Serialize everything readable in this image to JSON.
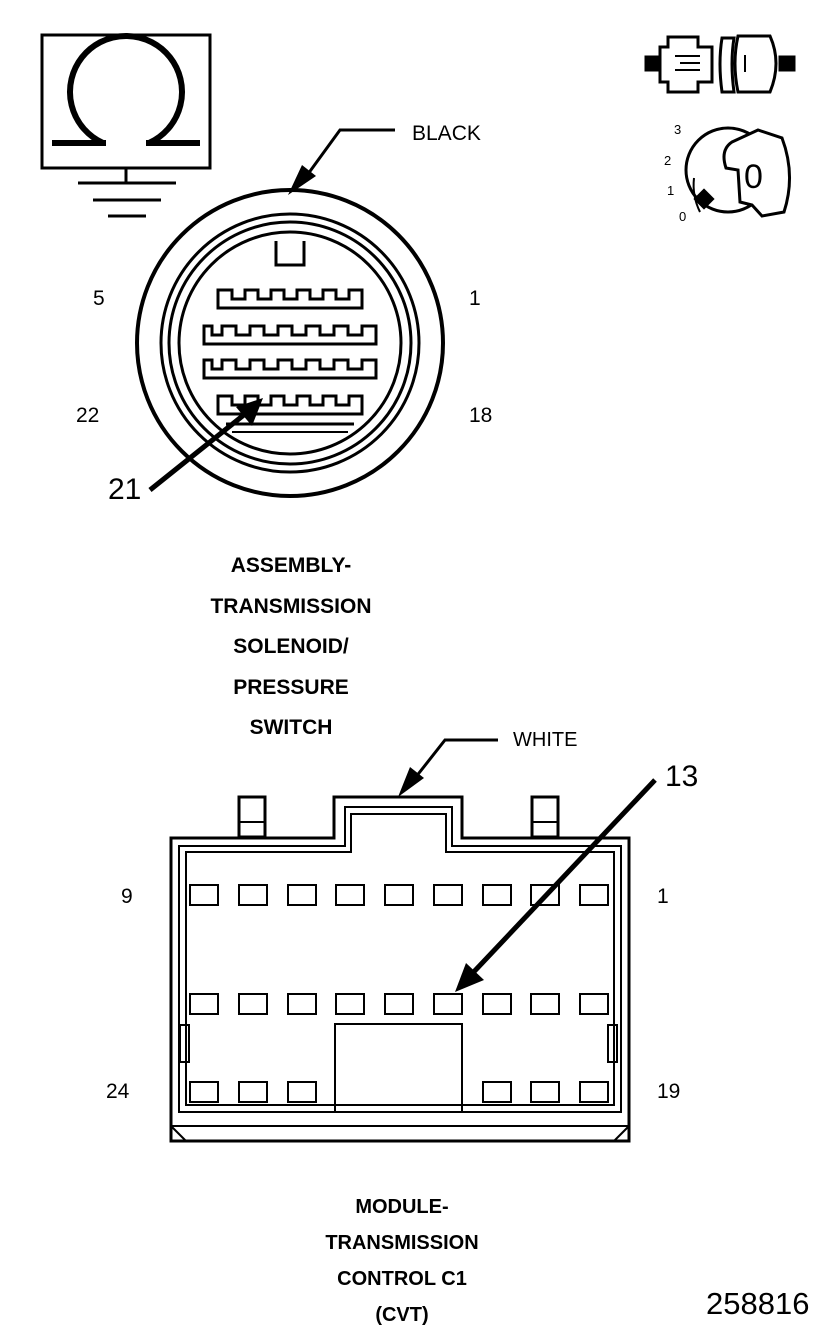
{
  "icons": {
    "ohmmeter": "ohmmeter-ground-icon",
    "connector_disconnected": "connector-disconnected-icon",
    "ignition": "ignition-key-icon"
  },
  "ignition": {
    "key_positions": [
      "3",
      "2",
      "1",
      "0"
    ],
    "key_label": "0"
  },
  "connector1": {
    "color_label": "BLACK",
    "pin_labels": {
      "top_left": "5",
      "top_right": "1",
      "bottom_left": "22",
      "bottom_right": "18"
    },
    "callout_pin": "21",
    "title_lines": [
      "ASSEMBLY-",
      "TRANSMISSION",
      "SOLENOID/",
      "PRESSURE",
      "SWITCH"
    ]
  },
  "connector2": {
    "color_label": "WHITE",
    "pin_labels": {
      "top_left": "9",
      "top_right": "1",
      "bottom_left": "24",
      "bottom_right": "19"
    },
    "callout_pin": "13",
    "title_lines": [
      "MODULE-",
      "TRANSMISSION",
      "CONTROL C1",
      "(CVT)"
    ]
  },
  "figure_number": "258816"
}
